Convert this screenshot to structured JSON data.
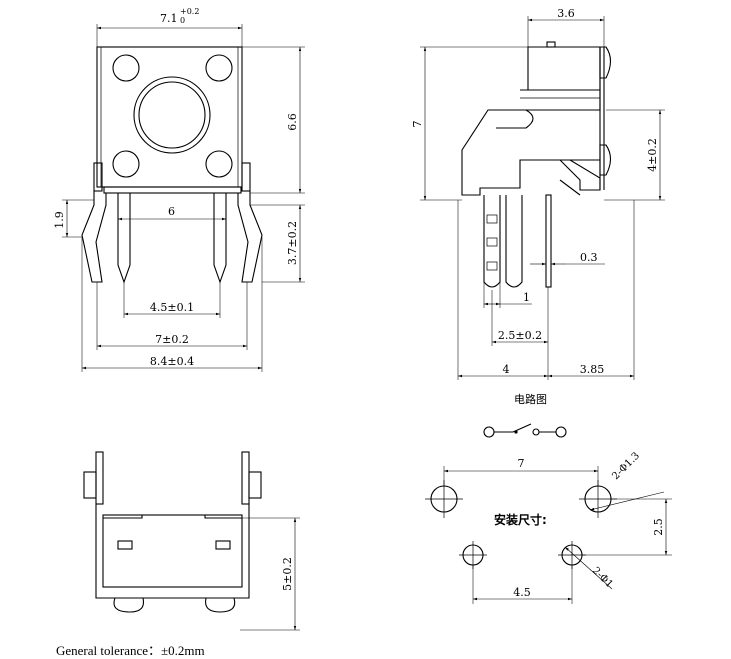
{
  "front_view": {
    "width_label": "7.1",
    "width_tol_upper": "+0.2",
    "width_tol_lower": "0",
    "height_label": "6.6",
    "pin_inner_label": "6",
    "bend_label": "1.9",
    "pin_length_label": "3.7±0.2",
    "pin_pitch_label": "4.5±0.1",
    "outer_pitch_label": "7±0.2",
    "overall_label": "8.4±0.4"
  },
  "side_view": {
    "depth_label": "3.6",
    "height_label": "7",
    "stem_label": "4±0.2",
    "pin_thk_label": "0.3",
    "pin_offset_label": "1",
    "pin_spacing_label": "2.5±0.2",
    "base_left_label": "4",
    "base_right_label": "3.85"
  },
  "circuit": {
    "title": "电路图"
  },
  "bottom_view": {
    "height_label": "5±0.2"
  },
  "footprint": {
    "title": "安装尺寸:",
    "top_span_label": "7",
    "big_hole_label": "2-Φ1.3",
    "row_gap_label": "2.5",
    "small_hole_label": "2-Φ1",
    "bottom_span_label": "4.5"
  },
  "footer": {
    "tolerance": "General tolerance：±0.2mm"
  }
}
